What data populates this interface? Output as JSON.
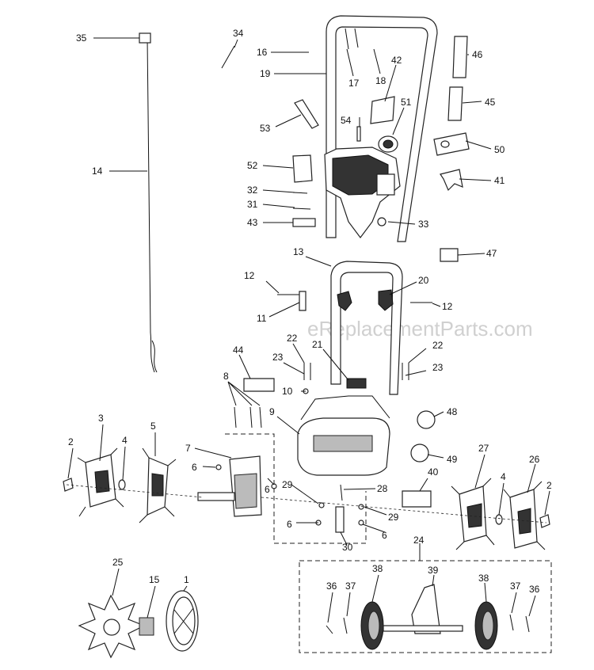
{
  "watermark": "eReplacementParts.com",
  "callouts": [
    "1",
    "2",
    "3",
    "4",
    "5",
    "6",
    "7",
    "8",
    "9",
    "10",
    "11",
    "12",
    "13",
    "14",
    "15",
    "16",
    "17",
    "18",
    "19",
    "20",
    "21",
    "22",
    "23",
    "24",
    "25",
    "26",
    "27",
    "28",
    "29",
    "30",
    "31",
    "32",
    "33",
    "34",
    "35",
    "36",
    "37",
    "38",
    "39",
    "40",
    "41",
    "42",
    "43",
    "44",
    "45",
    "46",
    "47",
    "48",
    "49",
    "50",
    "51",
    "52",
    "53",
    "54"
  ]
}
